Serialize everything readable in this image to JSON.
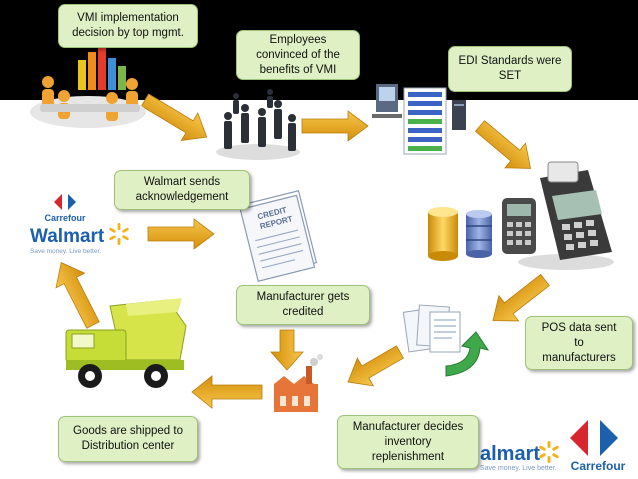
{
  "steps": {
    "vmi_decision": "VMI implementation\ndecision by top mgmt.",
    "employees": "Employees\nconvinced of the\nbenefits of VMI",
    "edi": "EDI Standards were\nSET",
    "pos": "POS data sent\nto\nmanufacturers",
    "mfr_decides": "Manufacturer decides\ninventory\nreplenishment",
    "goods": "Goods are shipped to\nDistribution center",
    "credited": "Manufacturer gets\ncredited",
    "ack": "Walmart sends\nacknowledgement"
  },
  "logos": {
    "carrefour": "Carrefour",
    "walmart": "Walmart",
    "walmart_tagline": "Save money. Live better.",
    "walmart_partial": "almart"
  },
  "report": {
    "line1": "CREDIT",
    "line2": "REPORT"
  },
  "colors": {
    "box_fill": "#dff0c4",
    "arrow": "#e8a317",
    "walmart_blue": "#1b5fad",
    "carrefour_red": "#d7262e",
    "spark": "#f6b21a"
  }
}
